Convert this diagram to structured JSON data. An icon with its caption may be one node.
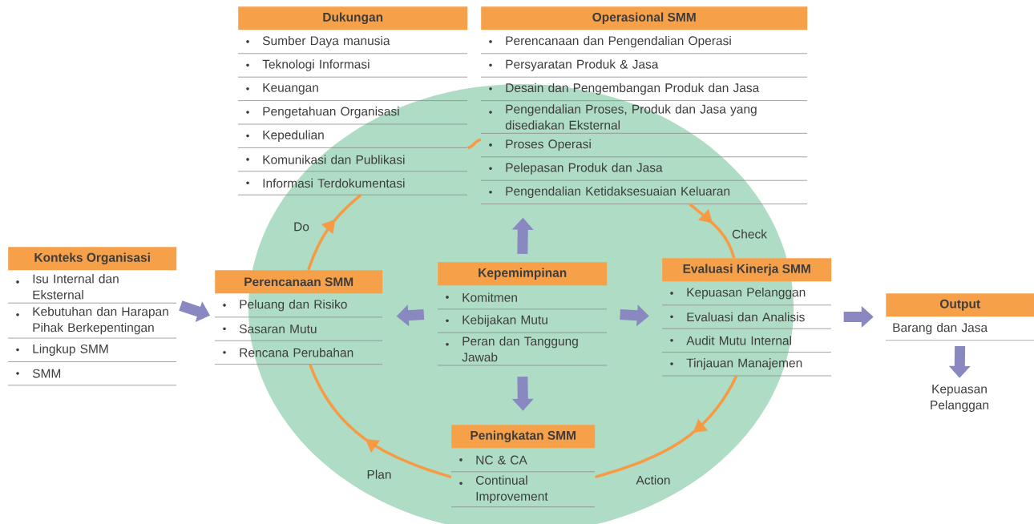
{
  "diagram": {
    "nodes": [
      {
        "text": [
          "Dukungan",
          "Sumber Daya manusia",
          "Teknologi Informasi",
          "Keuangan",
          "Pengetahuan Organisasi",
          "Kepedulian",
          "Komunikasi dan Publikasi",
          "Informasi Terdokumentasi"
        ]
      },
      {
        "text": [
          "Operasional SMM",
          "Perencanaan dan Pengendalian Operasi",
          "Persyaratan Produk & Jasa",
          "Desain dan Pengembangan Produk dan Jasa",
          "Pengendalian Proses, Produk dan Jasa yang disediakan Eksternal",
          "Proses Operasi",
          "Pelepasan Produk dan Jasa",
          "Pengendalian Ketidaksesuaian Keluaran"
        ]
      },
      {
        "text": [
          "Konteks Organisasi",
          "Isu Internal dan Eksternal",
          "Kebutuhan dan Harapan Pihak Berkepentingan",
          "Lingkup SMM",
          "SMM"
        ]
      },
      {
        "text": [
          "Perencanaan SMM",
          "Peluang dan Risiko",
          "Sasaran Mutu",
          "Rencana Perubahan"
        ]
      },
      {
        "text": [
          "Kepemimpinan",
          "Komitmen",
          "Kebijakan Mutu",
          "Peran dan Tanggung Jawab"
        ]
      },
      {
        "text": [
          "Evaluasi Kinerja SMM",
          "Kepuasan Pelanggan",
          "Evaluasi dan Analisis",
          "Audit Mutu Internal",
          "Tinjauan Manajemen"
        ]
      },
      {
        "text": [
          "Output",
          "Barang dan Jasa"
        ]
      },
      {
        "text": [
          "Peningkatan SMM",
          "NC & CA",
          "Continual Improvement"
        ]
      },
      {
        "text": [
          "Kepuasan Pelanggan"
        ]
      }
    ],
    "edges": [
      {
        "from": 2,
        "to": 3,
        "arrow": "to",
        "color": "#8a88c0"
      },
      {
        "from": 4,
        "to": 3,
        "arrow": "to",
        "color": "#8a88c0"
      },
      {
        "from": 4,
        "to": 1,
        "arrow": "to",
        "color": "#8a88c0"
      },
      {
        "from": 4,
        "to": 5,
        "arrow": "to",
        "color": "#8a88c0"
      },
      {
        "from": 4,
        "to": 7,
        "arrow": "to",
        "color": "#8a88c0"
      },
      {
        "from": 5,
        "to": 6,
        "arrow": "to",
        "color": "#8a88c0"
      },
      {
        "from": 6,
        "to": 8,
        "arrow": "to",
        "color": "#8a88c0"
      },
      {
        "from": 7,
        "to": 3,
        "arrow": "to",
        "label": "Plan",
        "color": "#f79a44"
      },
      {
        "from": 3,
        "to": 0,
        "arrow": "to",
        "label": "Do",
        "color": "#f79a44"
      },
      {
        "from": 0,
        "to": 1,
        "arrow": "none",
        "color": "#f79a44"
      },
      {
        "from": 1,
        "to": 5,
        "arrow": "to",
        "label": "Check",
        "color": "#f79a44"
      },
      {
        "from": 5,
        "to": 7,
        "arrow": "to",
        "label": "Action",
        "color": "#f79a44"
      }
    ]
  }
}
